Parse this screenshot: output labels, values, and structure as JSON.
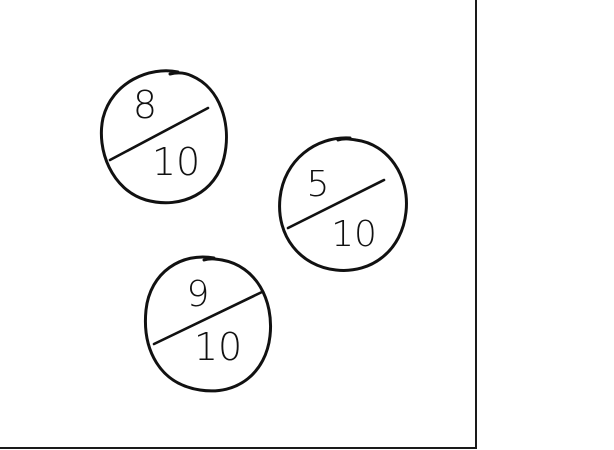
{
  "badges": [
    {
      "numerator": "8",
      "denominator": "10"
    },
    {
      "numerator": "5",
      "denominator": "10"
    },
    {
      "numerator": "9",
      "denominator": "10"
    }
  ],
  "colors": {
    "ink": "#111111",
    "background": "#ffffff",
    "border": "#1a1a1a"
  }
}
